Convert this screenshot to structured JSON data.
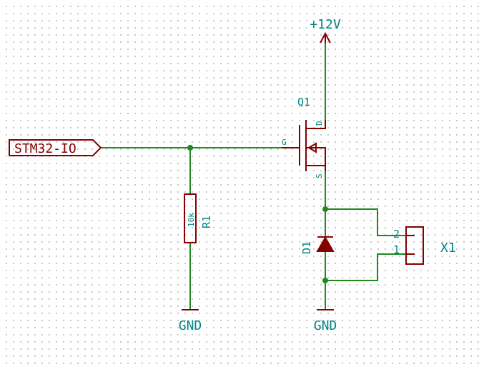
{
  "hierarchical_label": "STM32-IO",
  "power_supply": "+12V",
  "ground_left": "GND",
  "ground_right": "GND",
  "mosfet": {
    "ref": "Q1",
    "pin_gate": "G",
    "pin_drain": "D",
    "pin_source": "S"
  },
  "resistor": {
    "ref": "R1",
    "value": "10k"
  },
  "diode": {
    "ref": "D1"
  },
  "connector": {
    "ref": "X1",
    "pin_1": "1",
    "pin_2": "2"
  },
  "colors": {
    "wire": "#1f8a1f",
    "component": "#840000",
    "label": "#008484",
    "background": "#ffffff"
  }
}
